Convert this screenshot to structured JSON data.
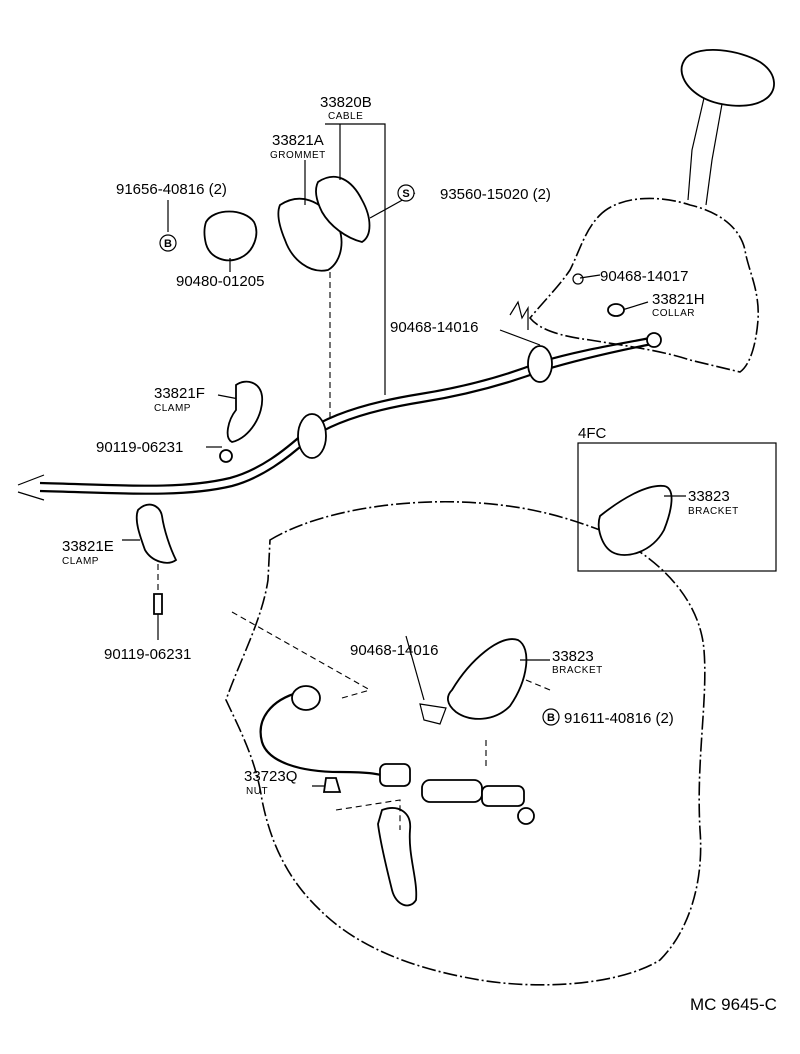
{
  "parts": {
    "cable": {
      "number": "33820B",
      "name": "CABLE"
    },
    "grommet": {
      "number": "33821A",
      "name": "GROMMET"
    },
    "bolt_b_upper": {
      "number": "91656-40816 (2)",
      "symbol": "B"
    },
    "plug": {
      "number": "90480-01205"
    },
    "washer_s": {
      "number": "93560-15020 (2)",
      "symbol": "S"
    },
    "clip_upper": {
      "number": "90468-14017"
    },
    "collar": {
      "number": "33821H",
      "name": "COLLAR"
    },
    "clip_mid": {
      "number": "90468-14016"
    },
    "clamp_f": {
      "number": "33821F",
      "name": "CLAMP"
    },
    "bolt_f": {
      "number": "90119-06231"
    },
    "clamp_e": {
      "number": "33821E",
      "name": "CLAMP"
    },
    "bolt_e": {
      "number": "90119-06231"
    },
    "inset": {
      "title": "4FC",
      "number": "33823",
      "name": "BRACKET"
    },
    "clip_lower": {
      "number": "90468-14016"
    },
    "bracket": {
      "number": "33823",
      "name": "BRACKET"
    },
    "bolt_b_lower": {
      "number": "91611-40816 (2)",
      "symbol": "B"
    },
    "nut": {
      "number": "33723Q",
      "name": "NUT"
    }
  },
  "footer": {
    "code": "MC 9645-C"
  }
}
